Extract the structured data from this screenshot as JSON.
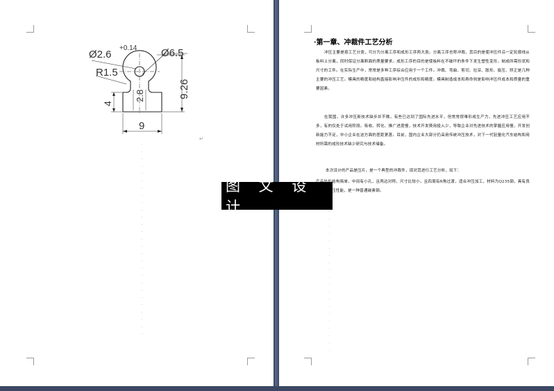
{
  "drawing": {
    "dim_hole": "Ø2.6",
    "dim_hole_tolerance": "+0.14",
    "dim_outer": "Ø6.5",
    "dim_radius": "R1.5",
    "dim_height_total": "9.26",
    "dim_neck": "2.8",
    "dim_base_height": "4",
    "dim_width": "9"
  },
  "document": {
    "chapter_title": "第一章、冲裁件工艺分析",
    "paragraphs": [
      "冲压主要是按工艺分类，可分为分离工序和成形工序两大类。分离工序也称冲裁，其目的是使冲压件沿一定轮廓线从板料上分离，同时保证分离断面的质量要求。成形工序的目的是使板料在不破坏的条件下发生塑性变形，制成所需形状和尺寸的工件。在实际生产中，常常是多种工序综合应用于一个工件。冲裁、弯曲、剪切、拉深、胀形、旋压、矫正是几种主要的冲压工艺。模具的精度和结构直接影响冲压件的成形和精度。模具制造成本和寿命则是影响冲压件成本和质量的重要因素。",
      "在我国，许多冲压新技术缺步并不晚，有些已达到了国际先进水平，但常常很难形成生产力，先进冲压工艺应用不多，有的仅处于试用阶段。吸收、转化、推广进度慢，技术开发费用投入少，导致企业对先进技术的掌握应用慢，开发创新能力不足，中小企业在这方面的差距更甚。目前，国内企业大部分仍采用传统冲压技术，对下一代轻量化汽车结构和用材所需的成形技术缺少研究与技术储备。",
      "本次设计的产品是压片，是一个典型的冲裁件，现对其进行工艺分析，如下：",
      "产品外形结构简单，中间有小孔，且两边对称，尺寸比较小，且四周有R角过渡，适合冲压加工，材料为Q235钢，具有良好的可冲压性能，是一种普通碳素钢。"
    ]
  },
  "watermark": {
    "text": "图 文 设 计"
  }
}
